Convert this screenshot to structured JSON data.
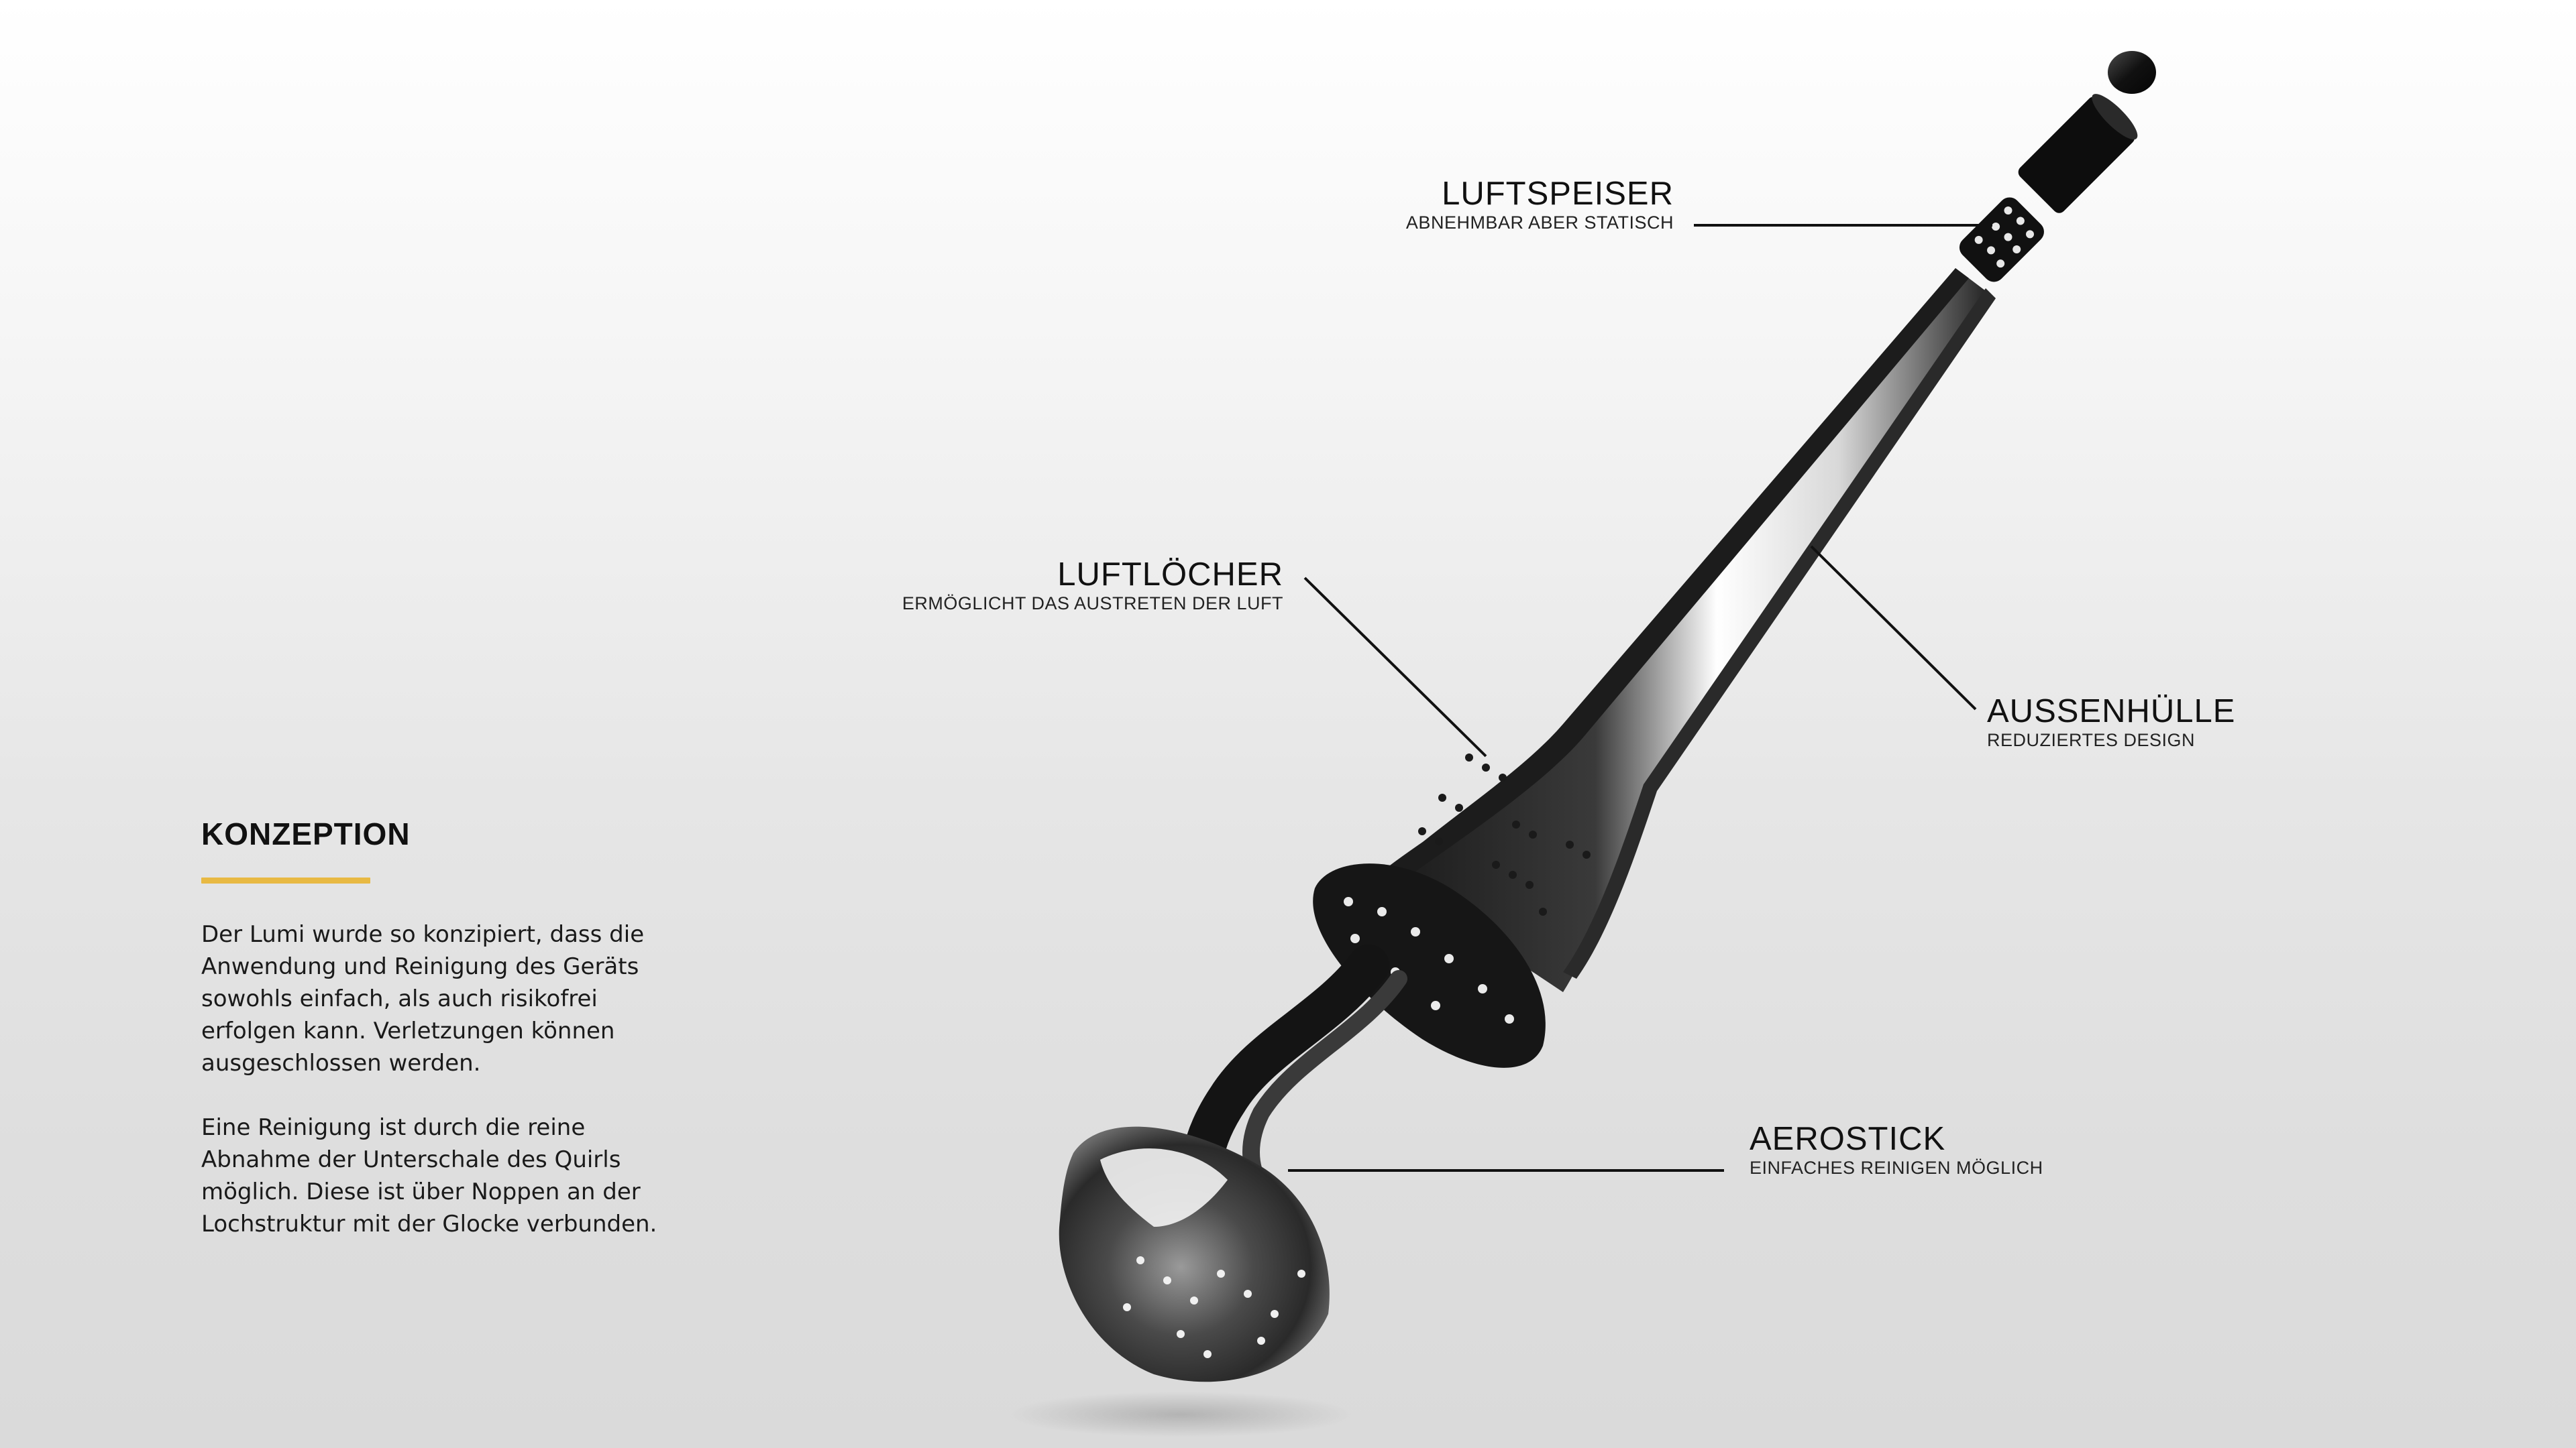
{
  "concept": {
    "title": "KONZEPTION",
    "paragraph_1": "Der Lumi wurde so konzipiert, dass die\nAnwendung und Reinigung des Geräts\nsowohls einfach, als auch risikofrei\nerfolgen kann. Verletzungen können\nausgeschlossen werden.",
    "paragraph_2": "Eine Reinigung ist durch die reine\nAbnahme der Unterschale des Quirls\nmöglich. Diese ist über Noppen an der\nLochstruktur mit der Glocke verbunden."
  },
  "callouts": {
    "luftspeiser": {
      "title": "LUFTSPEISER",
      "subtitle": "ABNEHMBAR ABER STATISCH"
    },
    "luftloecher": {
      "title": "LUFTLÖCHER",
      "subtitle": "ERMÖGLICHT DAS AUSTRETEN DER LUFT"
    },
    "aussenhuelle": {
      "title": "AUSSENHÜLLE",
      "subtitle": "REDUZIERTES DESIGN"
    },
    "aerostick": {
      "title": "AEROSTICK",
      "subtitle": "EINFACHES REINIGEN MÖGLICH"
    }
  },
  "colors": {
    "accent": "#e8b943",
    "text": "#111111",
    "leader_line": "#111111"
  }
}
